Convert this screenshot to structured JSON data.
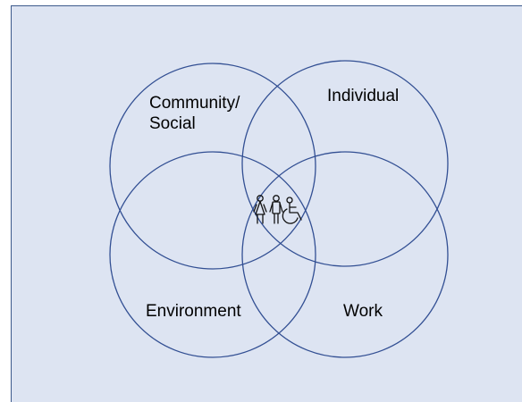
{
  "diagram": {
    "circles": [
      {
        "id": "community-social",
        "label": "Community/\nSocial"
      },
      {
        "id": "individual",
        "label": "Individual"
      },
      {
        "id": "environment",
        "label": "Environment"
      },
      {
        "id": "work",
        "label": "Work"
      }
    ],
    "center_icon": "people-accessibility-icon",
    "colors": {
      "background": "#dde4f2",
      "circle_stroke": "#324f93",
      "panel_border": "#3d5a8c"
    }
  }
}
